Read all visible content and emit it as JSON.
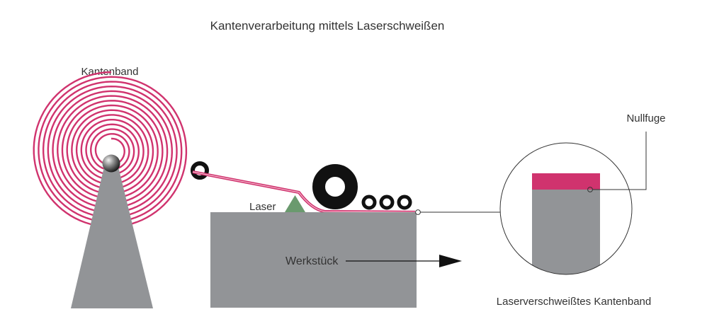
{
  "title": "Kantenverarbeitung mittels Laserschweißen",
  "labels": {
    "kantenband": "Kantenband",
    "laser": "Laser",
    "werkstueck": "Werkstück",
    "nullfuge": "Nullfuge",
    "laserverschweisst": "Laserverschweißtes Kantenband"
  },
  "colors": {
    "edge_band": "#d0336e",
    "workpiece": "#929497",
    "laser": "#6a9a6e",
    "roller": "#111111",
    "text": "#333333"
  }
}
